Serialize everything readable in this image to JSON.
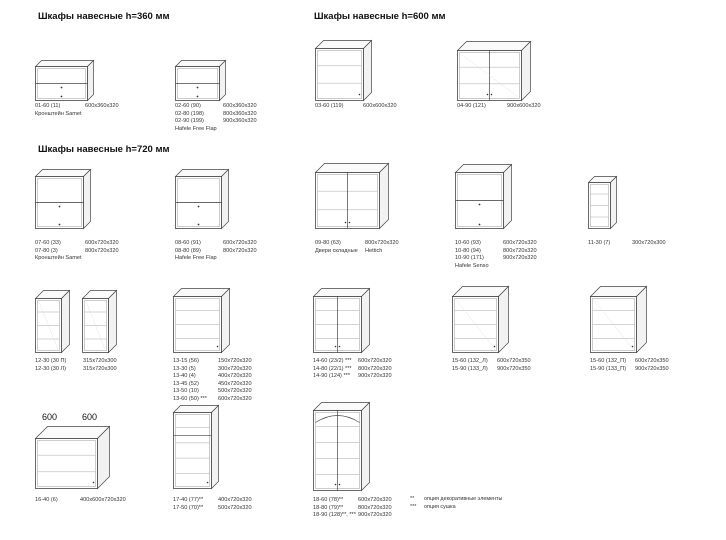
{
  "headings": [
    "Шкафы навесные h=360 мм",
    "Шкафы навесные h=600 мм",
    "Шкафы навесные h=720 мм"
  ],
  "items": [
    {
      "rows": [
        {
          "code": "01-60 (11)",
          "size": "600x360x320"
        }
      ],
      "note": "Кронштейн Samet"
    },
    {
      "rows": [
        {
          "code": "02-60 (90)",
          "size": "600x360x320"
        },
        {
          "code": "02-80 (198)",
          "size": "800x360x320"
        },
        {
          "code": "02-90 (199)",
          "size": "900x360x320"
        }
      ],
      "note": "Hafele Free Flap"
    },
    {
      "rows": [
        {
          "code": "03-60 (119)",
          "size": "600x600x320"
        }
      ],
      "note": ""
    },
    {
      "rows": [
        {
          "code": "04-90 (121)",
          "size": "900x600x320"
        }
      ],
      "note": ""
    },
    {
      "rows": [
        {
          "code": "07-60 (33)",
          "size": "600x720x320"
        },
        {
          "code": "07-80 (3)",
          "size": "800x720x320"
        }
      ],
      "note": "Кронштейн Samet"
    },
    {
      "rows": [
        {
          "code": "08-60 (91)",
          "size": "600x720x320"
        },
        {
          "code": "08-80 (89)",
          "size": "800x720x320"
        }
      ],
      "note": "Hafele Free Flap"
    },
    {
      "rows": [
        {
          "code": "09-80 (63)",
          "size": "800x720x320"
        },
        {
          "code": "Двери складные",
          "size": "Hettich"
        }
      ],
      "note": ""
    },
    {
      "rows": [
        {
          "code": "10-60 (93)",
          "size": "600x720x320"
        },
        {
          "code": "10-80 (94)",
          "size": "800x720x320"
        },
        {
          "code": "10-90 (171)",
          "size": "900x720x320"
        }
      ],
      "note": "Hafele Senso"
    },
    {
      "rows": [
        {
          "code": "11-30 (7)",
          "size": "300x720x300"
        }
      ],
      "note": ""
    },
    {
      "rows": [
        {
          "code": "12-30 (30 П)",
          "size": "315x720x300"
        },
        {
          "code": "12-30 (30 Л)",
          "size": "315x720x300"
        }
      ],
      "note": ""
    },
    {
      "rows": [
        {
          "code": "13-15 (56)",
          "size": "150x720x320"
        },
        {
          "code": "13-30 (5)",
          "size": "300x720x320"
        },
        {
          "code": "13-40 (4)",
          "size": "400x720x320"
        },
        {
          "code": "13-45 (52)",
          "size": "450x720x320"
        },
        {
          "code": "13-50 (10)",
          "size": "500x720x320"
        },
        {
          "code": "13-60 (50) ***",
          "size": "600x720x320"
        }
      ],
      "note": ""
    },
    {
      "rows": [
        {
          "code": "14-60 (23/2) ***",
          "size": "600x720x320"
        },
        {
          "code": "14-80 (22/1) ***",
          "size": "800x720x320"
        },
        {
          "code": "14-90 (124) ***",
          "size": "900x720x320"
        }
      ],
      "note": ""
    },
    {
      "rows": [
        {
          "code": "15-60 (132_Л)",
          "size": "600x720x350"
        },
        {
          "code": "15-90 (133_Л)",
          "size": "900x720x350"
        }
      ],
      "note": ""
    },
    {
      "rows": [
        {
          "code": "15-60 (132_П)",
          "size": "600x720x350"
        },
        {
          "code": "15-90 (133_П)",
          "size": "900x720x350"
        }
      ],
      "note": ""
    },
    {
      "rows": [
        {
          "code": "16-40 (6)",
          "size": "400x600x720x320"
        }
      ],
      "note": ""
    },
    {
      "rows": [
        {
          "code": "17-40 (77)**",
          "size": "400x720x320"
        },
        {
          "code": "17-50 (70)**",
          "size": "500x720x320"
        }
      ],
      "note": ""
    },
    {
      "rows": [
        {
          "code": "18-60 (78)**",
          "size": "600x720x320"
        },
        {
          "code": "18-80 (79)**",
          "size": "800x720x320"
        },
        {
          "code": "18-90 (128)**, ***",
          "size": "900x720x320"
        }
      ],
      "note": ""
    }
  ],
  "corner_dims": [
    "600",
    "600"
  ],
  "legend": [
    {
      "sym": "**",
      "text": "опция декоративные элементы"
    },
    {
      "sym": "***",
      "text": "опция сушка"
    }
  ]
}
